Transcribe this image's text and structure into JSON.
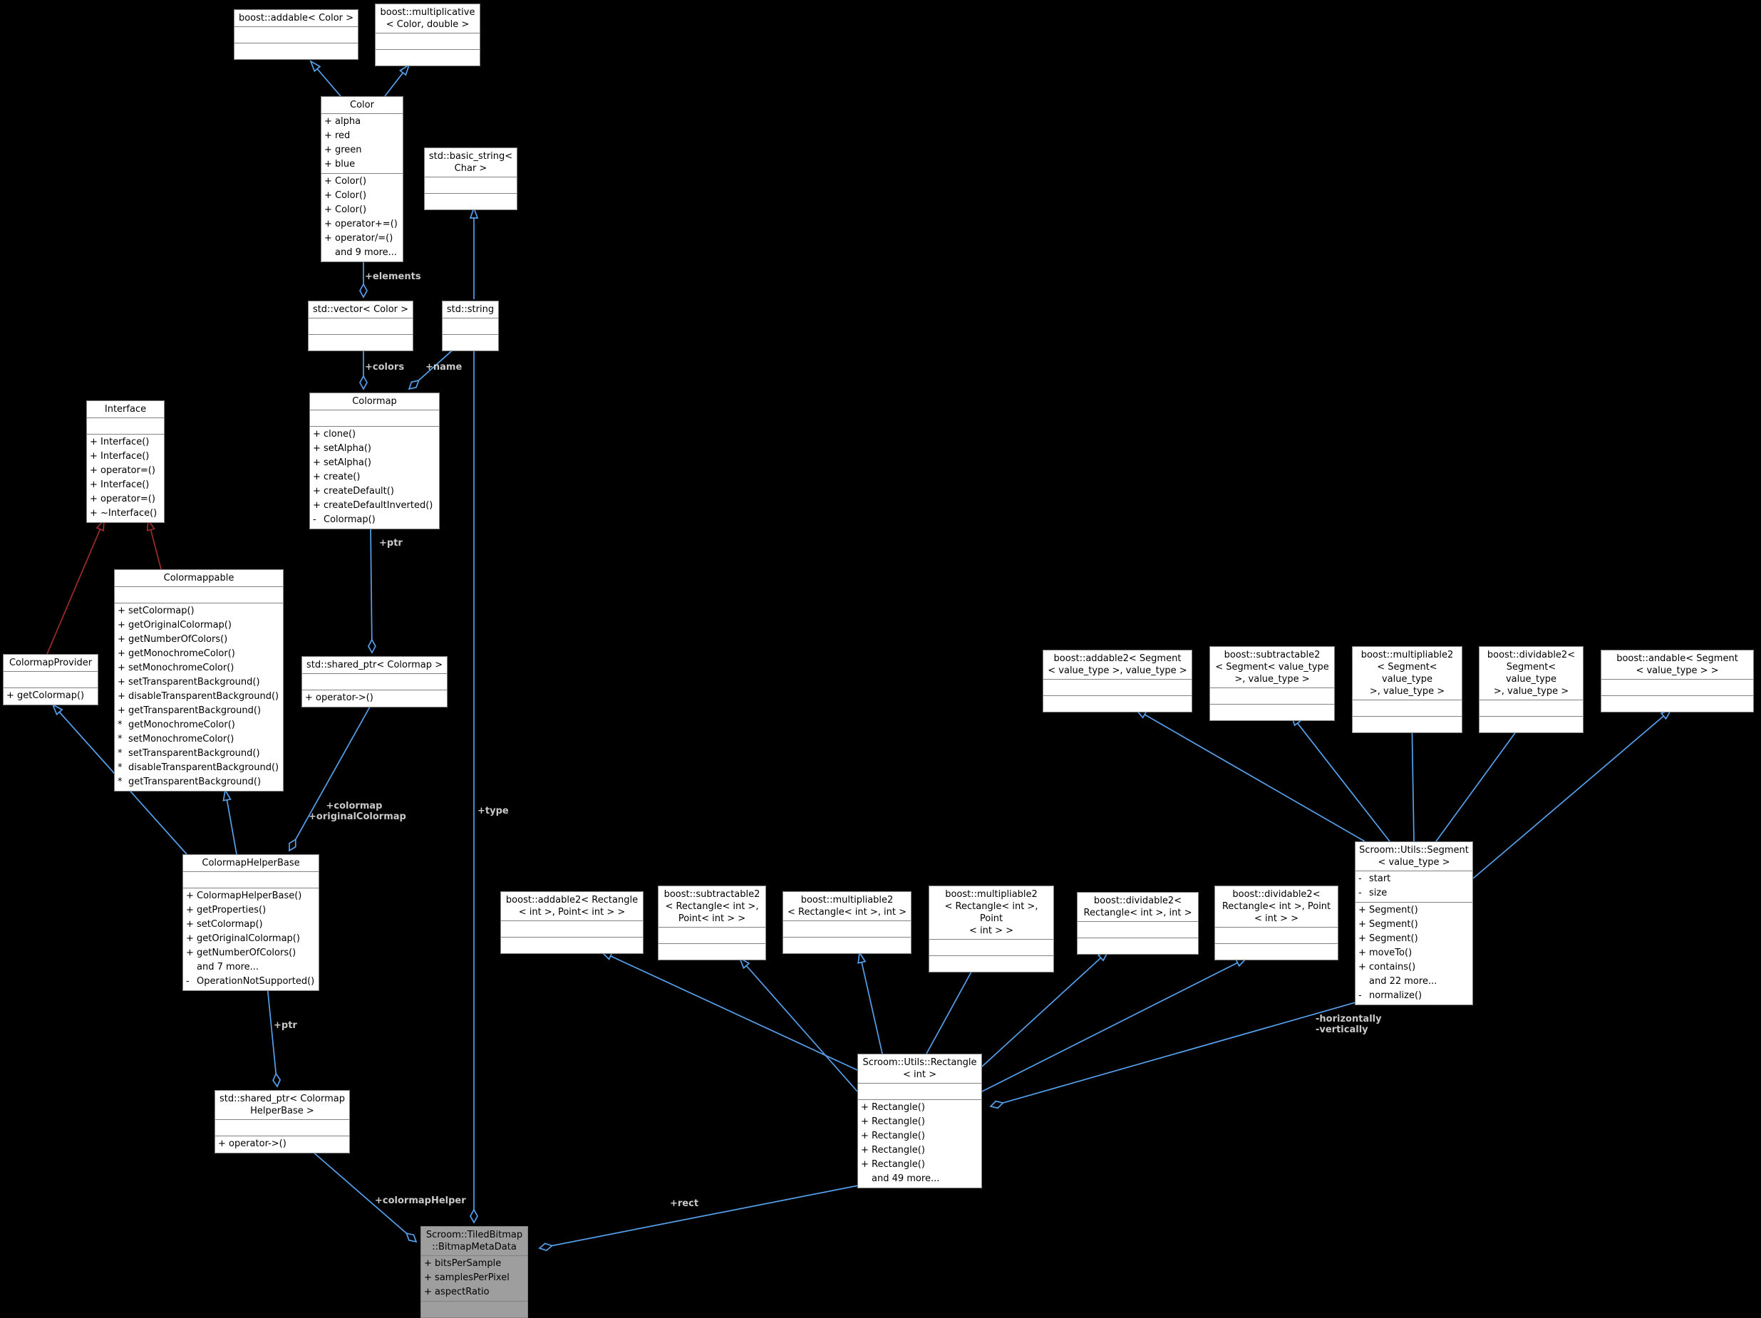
{
  "diagram": {
    "background_color": "#000000",
    "box_fill": "#ffffff",
    "highlight_box_fill": "#9e9e9e",
    "box_border": "#828282",
    "association_edge_color": "#55a1ec",
    "secondary_inheritance_edge_color": "#9e2b2b",
    "edge_label_color": "#c9c9c9"
  },
  "classes": {
    "addable_color": {
      "title": "boost::addable< Color >",
      "attrs": [],
      "methods": []
    },
    "multiplicative_color": {
      "title": "boost::multiplicative\n< Color, double >",
      "attrs": [],
      "methods": []
    },
    "color": {
      "title": "Color",
      "attrs": [
        "+ alpha",
        "+ red",
        "+ green",
        "+ blue"
      ],
      "methods": [
        "+ Color()",
        "+ Color()",
        "+ Color()",
        "+ operator+=()",
        "+ operator/=()",
        "and 9 more..."
      ]
    },
    "basic_string": {
      "title": "std::basic_string<\nChar >",
      "attrs": [],
      "methods": []
    },
    "vector_color": {
      "title": "std::vector< Color >",
      "attrs": [],
      "methods": []
    },
    "std_string": {
      "title": "std::string",
      "attrs": [],
      "methods": []
    },
    "colormap": {
      "title": "Colormap",
      "attrs": [],
      "methods": [
        "+ clone()",
        "+ setAlpha()",
        "+ setAlpha()",
        "+ create()",
        "+ createDefault()",
        "+ createDefaultInverted()",
        "- Colormap()"
      ]
    },
    "interface": {
      "title": "Interface",
      "attrs": [],
      "methods": [
        "+ Interface()",
        "+ Interface()",
        "+ operator=()",
        "+ Interface()",
        "+ operator=()",
        "+ ~Interface()"
      ]
    },
    "colormappable": {
      "title": "Colormappable",
      "attrs": [],
      "methods": [
        "+ setColormap()",
        "+ getOriginalColormap()",
        "+ getNumberOfColors()",
        "+ getMonochromeColor()",
        "+ setMonochromeColor()",
        "+ setTransparentBackground()",
        "+ disableTransparentBackground()",
        "+ getTransparentBackground()",
        "* getMonochromeColor()",
        "* setMonochromeColor()",
        "* setTransparentBackground()",
        "* disableTransparentBackground()",
        "* getTransparentBackground()"
      ]
    },
    "colormap_provider": {
      "title": "ColormapProvider",
      "attrs": [],
      "methods": [
        "+ getColormap()"
      ]
    },
    "shared_ptr_colormap": {
      "title": "std::shared_ptr< Colormap >",
      "attrs": [],
      "methods": [
        "+ operator->()"
      ]
    },
    "colormap_helper_base": {
      "title": "ColormapHelperBase",
      "attrs": [],
      "methods": [
        "+ ColormapHelperBase()",
        "+ getProperties()",
        "+ setColormap()",
        "+ getOriginalColormap()",
        "+ getNumberOfColors()",
        "and 7 more...",
        "- OperationNotSupported()"
      ]
    },
    "shared_ptr_chb": {
      "title": "std::shared_ptr< Colormap\nHelperBase >",
      "attrs": [],
      "methods": [
        "+ operator->()"
      ]
    },
    "bitmap_metadata": {
      "title": "Scroom::TiledBitmap\n::BitmapMetaData",
      "attrs": [
        "+ bitsPerSample",
        "+ samplesPerPixel",
        "+ aspectRatio"
      ],
      "methods": []
    },
    "addable2_rect": {
      "title": "boost::addable2< Rectangle\n< int  >, Point< int  > >",
      "attrs": [],
      "methods": []
    },
    "subtractable2_rect": {
      "title": "boost::subtractable2\n< Rectangle< int  >,\nPoint< int  > >",
      "attrs": [],
      "methods": []
    },
    "multipliable2_rect_int": {
      "title": "boost::multipliable2\n< Rectangle< int >, int >",
      "attrs": [],
      "methods": []
    },
    "multipliable2_rect_point": {
      "title": "boost::multipliable2\n< Rectangle< int >, Point\n< int > >",
      "attrs": [],
      "methods": []
    },
    "dividable2_rect_int": {
      "title": "boost::dividable2<\nRectangle< int >, int >",
      "attrs": [],
      "methods": []
    },
    "dividable2_rect_point": {
      "title": "boost::dividable2<\nRectangle< int >, Point\n< int > >",
      "attrs": [],
      "methods": []
    },
    "rectangle_int": {
      "title": "Scroom::Utils::Rectangle\n< int >",
      "attrs": [],
      "methods": [
        "+ Rectangle()",
        "+ Rectangle()",
        "+ Rectangle()",
        "+ Rectangle()",
        "+ Rectangle()",
        "and 49 more..."
      ]
    },
    "addable2_seg": {
      "title": "boost::addable2< Segment\n< value_type >, value_type >",
      "attrs": [],
      "methods": []
    },
    "subtractable2_seg": {
      "title": "boost::subtractable2\n< Segment< value_type\n>, value_type >",
      "attrs": [],
      "methods": []
    },
    "multipliable2_seg": {
      "title": "boost::multipliable2\n< Segment< value_type\n>, value_type >",
      "attrs": [],
      "methods": []
    },
    "dividable2_seg": {
      "title": "boost::dividable2<\nSegment< value_type\n>, value_type >",
      "attrs": [],
      "methods": []
    },
    "andable_seg": {
      "title": "boost::andable< Segment\n< value_type  > >",
      "attrs": [],
      "methods": []
    },
    "segment": {
      "title": "Scroom::Utils::Segment\n< value_type >",
      "attrs": [
        "- start",
        "- size"
      ],
      "methods": [
        "+ Segment()",
        "+ Segment()",
        "+ Segment()",
        "+ moveTo()",
        "+ contains()",
        "and 22 more...",
        "- normalize()"
      ]
    }
  },
  "labels": {
    "elements": "+elements",
    "colors": "+colors",
    "name": "+name",
    "ptr_colormap": "+ptr",
    "colormap_orig": "+colormap\n+originalColormap",
    "type": "+type",
    "ptr_chb": "+ptr",
    "colormap_helper": "+colormapHelper",
    "rect": "+rect",
    "horiz_vert": "-horizontally\n-vertically"
  }
}
